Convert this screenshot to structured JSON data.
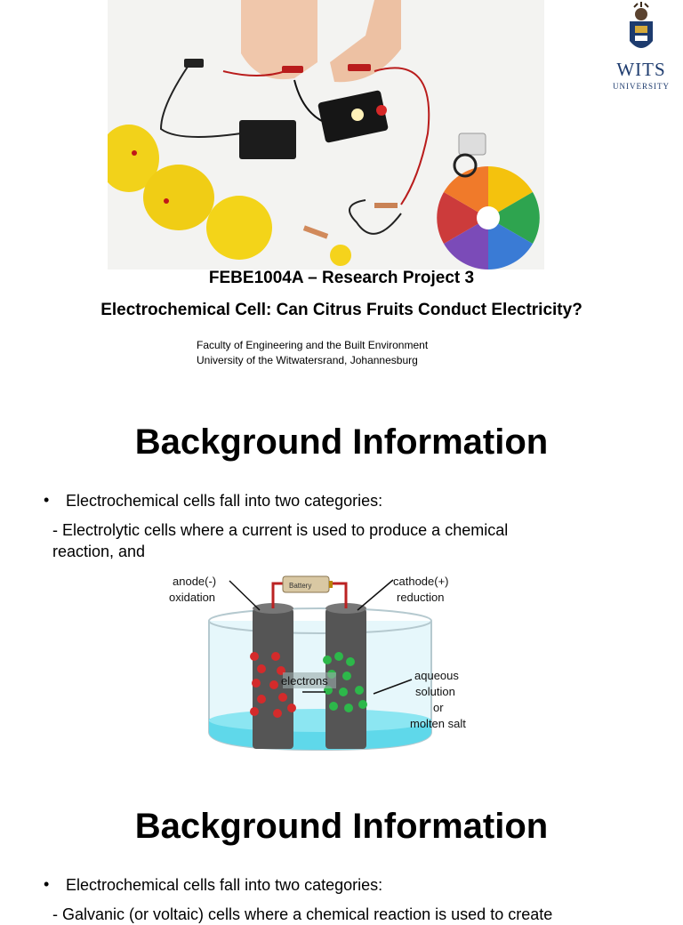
{
  "slide1": {
    "logo": {
      "name": "WITS",
      "subtitle": "UNIVERSITY"
    },
    "course": "FEBE1004A – Research Project 3",
    "title": "Electrochemical Cell: Can Citrus Fruits Conduct Electricity?",
    "faculty": "Faculty of Engineering and the Built Environment",
    "university": "University of the Witwatersrand, Johannesburg"
  },
  "slide2": {
    "heading": "Background Information",
    "bullet": "Electrochemical cells fall into two categories:",
    "sub_line1": "- Electrolytic cells where a current is used to produce a chemical",
    "sub_line2": "reaction, and",
    "diagram": {
      "battery": "Battery",
      "anode_line1": "anode(-)",
      "anode_line2": "oxidation",
      "cathode_line1": "cathode(+)",
      "cathode_line2": "reduction",
      "electrons": "electrons",
      "sol1": "aqueous",
      "sol2": "solution",
      "sol3": "or",
      "sol4": "molten salt"
    }
  },
  "slide3": {
    "heading": "Background Information",
    "bullet": "Electrochemical cells fall into two categories:",
    "partial_line": "- Galvanic (or voltaic) cells where a chemical reaction is used to create"
  },
  "colors": {
    "wits_blue": "#1d3b6e",
    "lemon": "#f2d21a",
    "solution": "#5fd8ea"
  }
}
